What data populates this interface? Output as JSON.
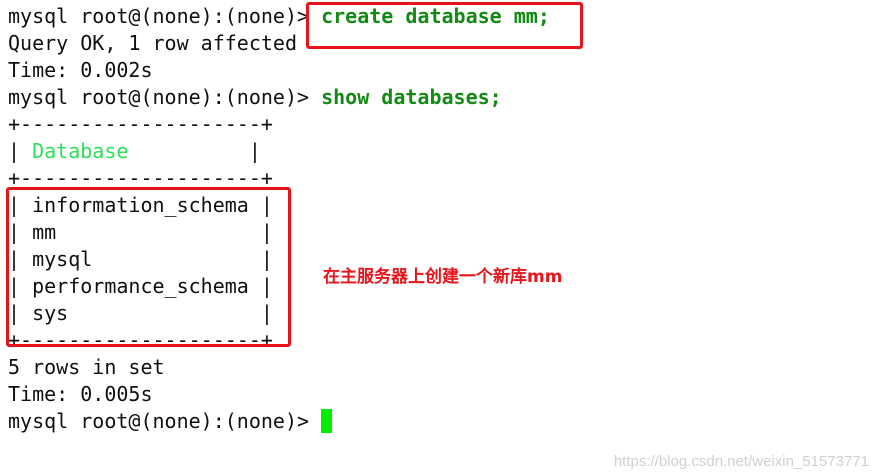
{
  "terminal": {
    "prompt": "mysql root@(none):(none)> ",
    "create_command": "create database mm;",
    "query_ok": "Query OK, 1 row affected",
    "time_1": "Time: 0.002s",
    "show_command": "show databases;",
    "table_border": "+--------------------+",
    "table_left": "| ",
    "table_header": "Database",
    "header_pad": "          |",
    "rows": [
      "information_schema |",
      "mm                 |",
      "mysql              |",
      "performance_schema |",
      "sys                |"
    ],
    "rows_in_set": "5 rows in set",
    "time_2": "Time: 0.005s"
  },
  "annotation": "在主服务器上创建一个新库mm",
  "watermark": "https://blog.csdn.net/weixin_51573771",
  "colors": {
    "command": "#138a13",
    "header": "#2ee05a",
    "cursor": "#00ee00",
    "highlight": "#e8141b",
    "text": "#101010"
  }
}
